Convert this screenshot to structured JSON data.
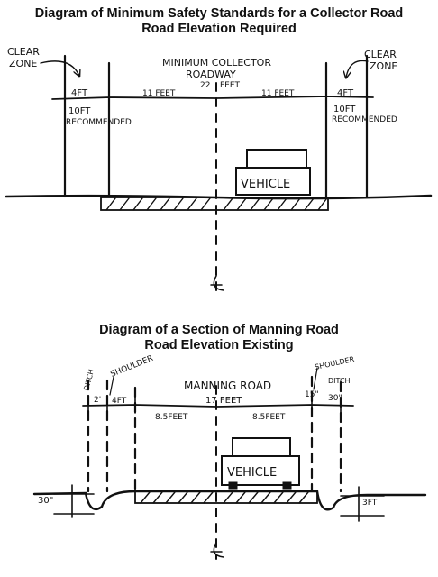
{
  "top_diagram": {
    "title_line1": "Diagram of Minimum Safety Standards for a Collector Road",
    "title_line2": "Road Elevation Required",
    "labels": {
      "clear_zone_left": [
        "CLEAR",
        "ZONE"
      ],
      "clear_zone_right": [
        "CLEAR",
        "ZONE"
      ],
      "roadway": [
        "MINIMUM COLLECTOR",
        "ROADWAY"
      ],
      "roadway_width": [
        "22",
        "FEET"
      ],
      "lane_left": "11 FEET",
      "lane_right": "11 FEET",
      "zone_left": "4FT",
      "zone_right": "4FT",
      "rec_left": [
        "10FT",
        "RECOMMENDED"
      ],
      "rec_right": [
        "10FT",
        "RECOMMENDED"
      ],
      "vehicle": "VEHICLE",
      "centerline": "¢"
    }
  },
  "bottom_diagram": {
    "title_line1": "Diagram of a Section of Manning Road",
    "title_line2": "Road Elevation Existing",
    "labels": {
      "ditch_left": "DITCH",
      "shoulder_left": "SHOULDER",
      "road_name": "MANNING ROAD",
      "road_width": "17 FEET",
      "lane_left": "8.5FEET",
      "lane_right": "8.5FEET",
      "ditch_width_left": "2'",
      "shoulder_width_left": "4FT",
      "shoulder_right": "SHOULDER",
      "ditch_right": "DITCH",
      "shoulder_width_right": "15\"",
      "ditch_width_right": "30\"",
      "depth_left": "30\"",
      "depth_right": "3FT",
      "vehicle": "VEHICLE",
      "centerline": "¢"
    }
  }
}
